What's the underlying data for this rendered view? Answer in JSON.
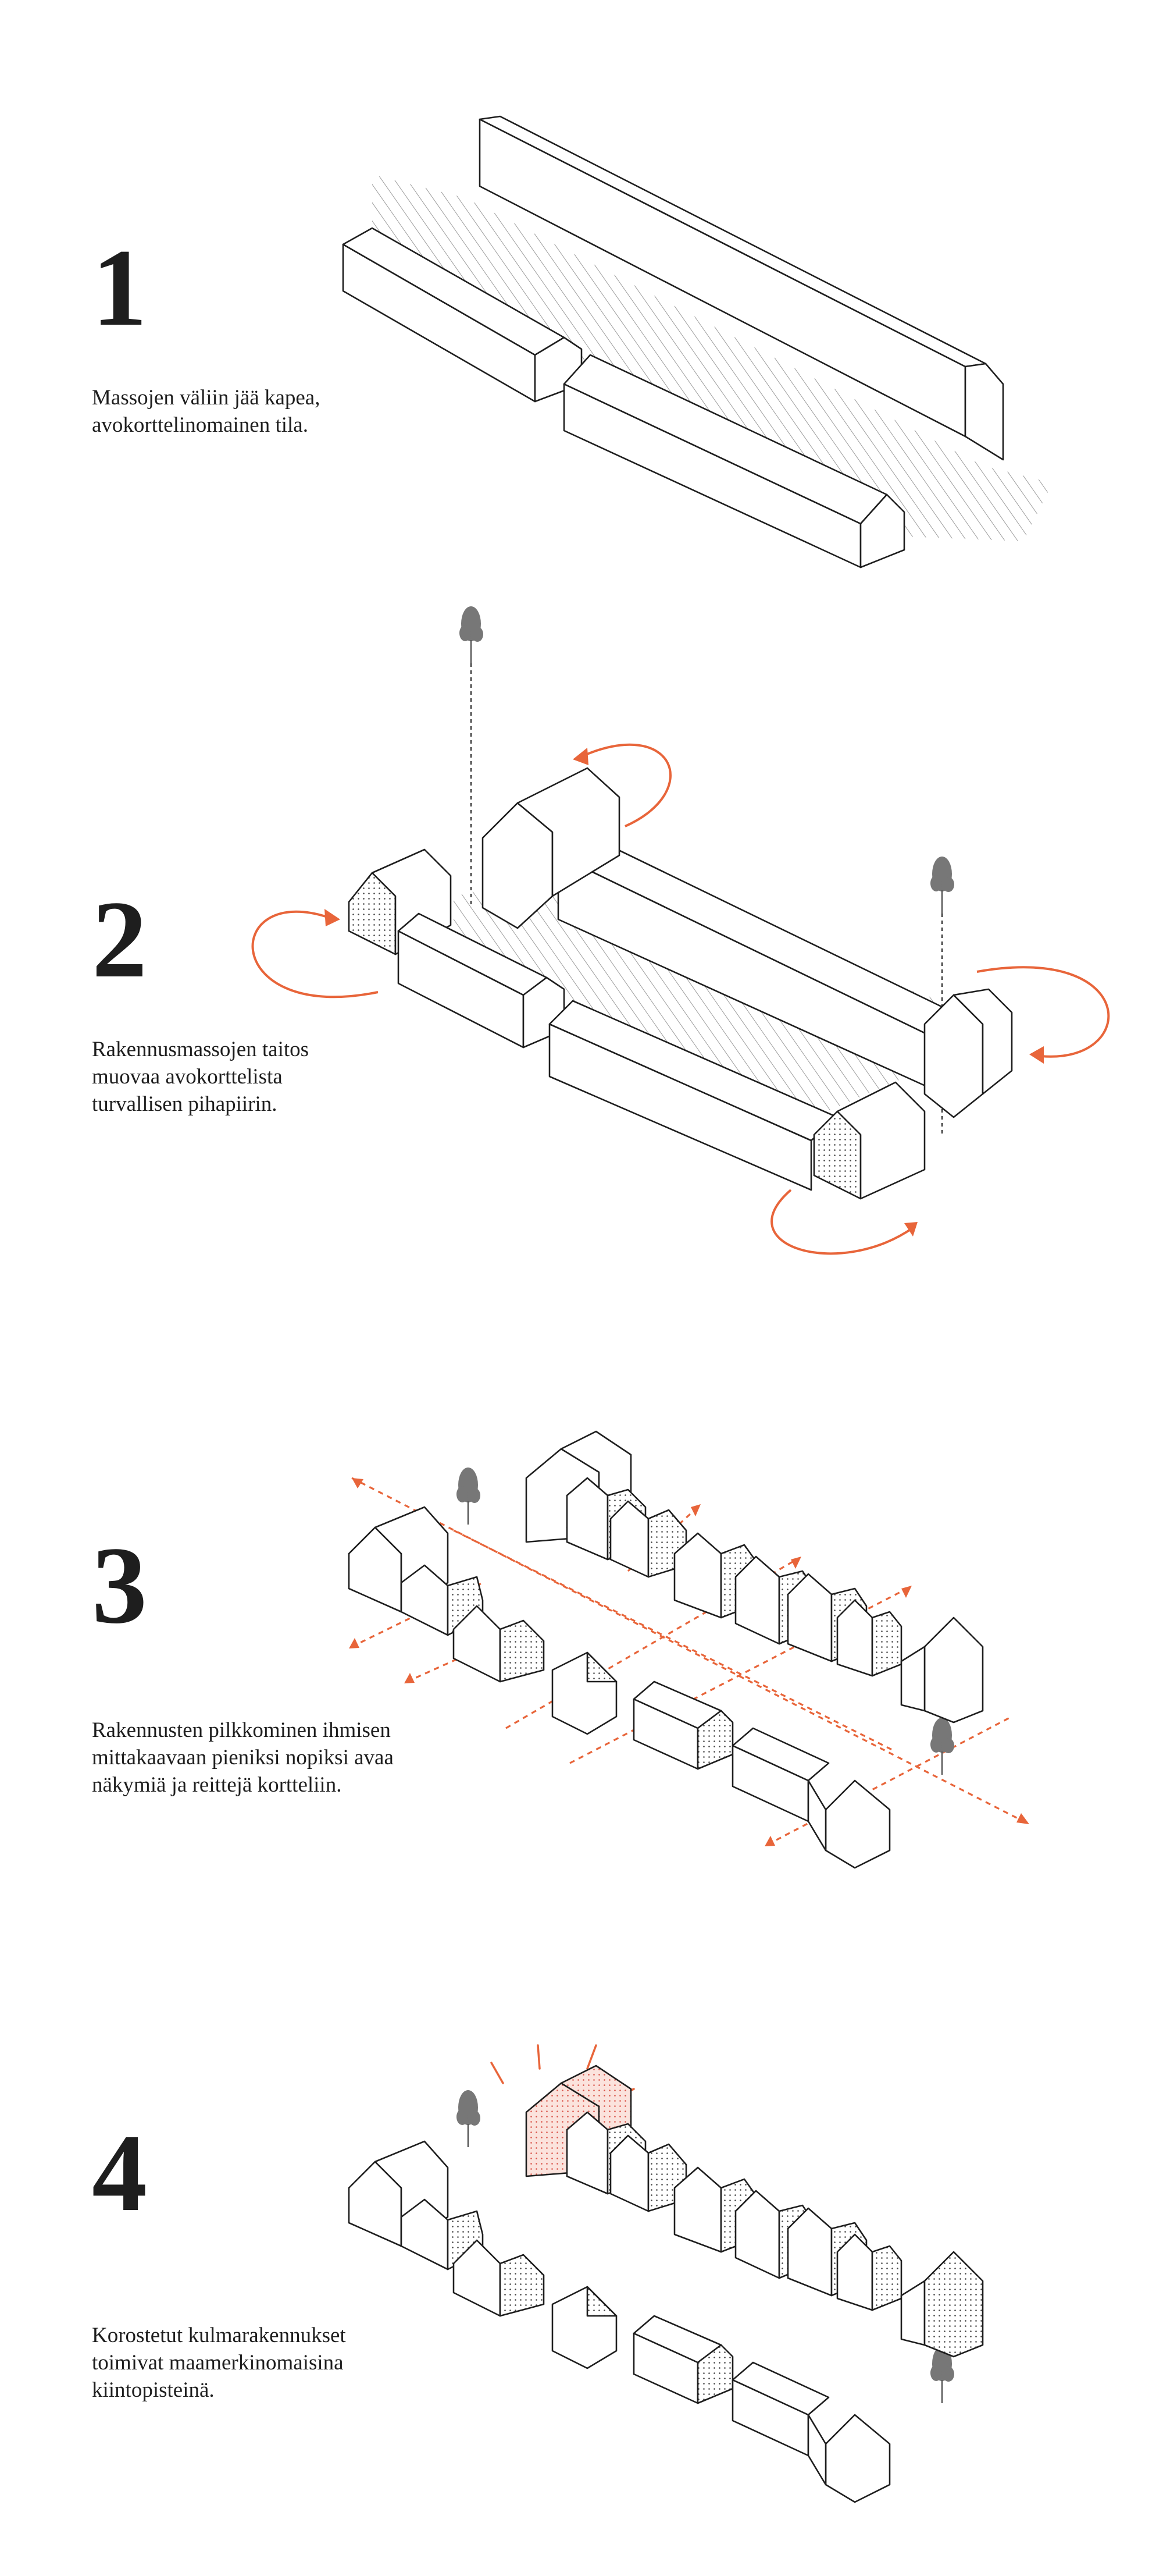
{
  "steps": [
    {
      "number": "1",
      "caption": [
        "Massojen väliin jää kapea,",
        "avokorttelinomainen tila."
      ]
    },
    {
      "number": "2",
      "caption": [
        "Rakennusmassojen taitos",
        "muovaa avokorttelista",
        "turvallisen pihapiirin."
      ]
    },
    {
      "number": "3",
      "caption": [
        "Rakennusten pilkkominen ihmisen",
        "mittakaavaan pieniksi nopiksi avaa",
        "näkymiä ja reittejä kortteliin."
      ]
    },
    {
      "number": "4",
      "caption": [
        "Korostetut kulmarakennukset",
        "toimivat maamerkinomaisina",
        "kiintopisteinä."
      ]
    }
  ],
  "colors": {
    "accent": "#e8653a",
    "ink": "#1e1e1e",
    "highlight": "#f6c9c0"
  }
}
